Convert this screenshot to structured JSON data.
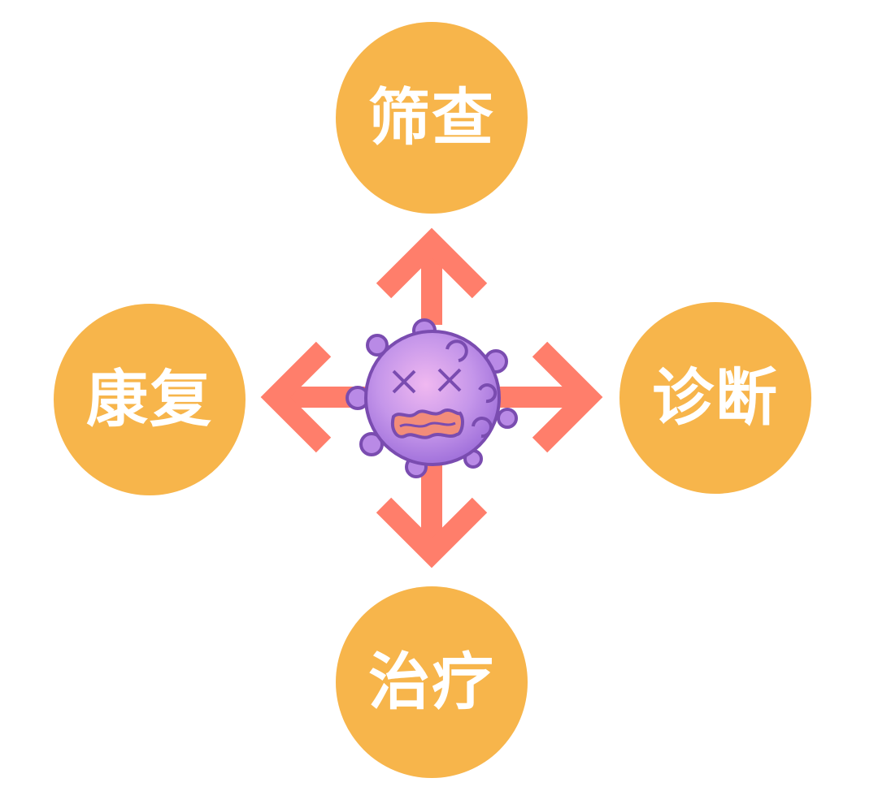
{
  "colors": {
    "node_fill": "#F7B54B",
    "node_text": "#FFFFFF",
    "arrow": "#FF7E6B",
    "virus_body": "#B98AE6",
    "virus_outline": "#7A4CB0",
    "virus_mouth": "#F28C7A"
  },
  "center_icon": "virus-icon",
  "nodes": {
    "top": {
      "label": "筛查"
    },
    "right": {
      "label": "诊断"
    },
    "bottom": {
      "label": "治疗"
    },
    "left": {
      "label": "康复"
    }
  }
}
